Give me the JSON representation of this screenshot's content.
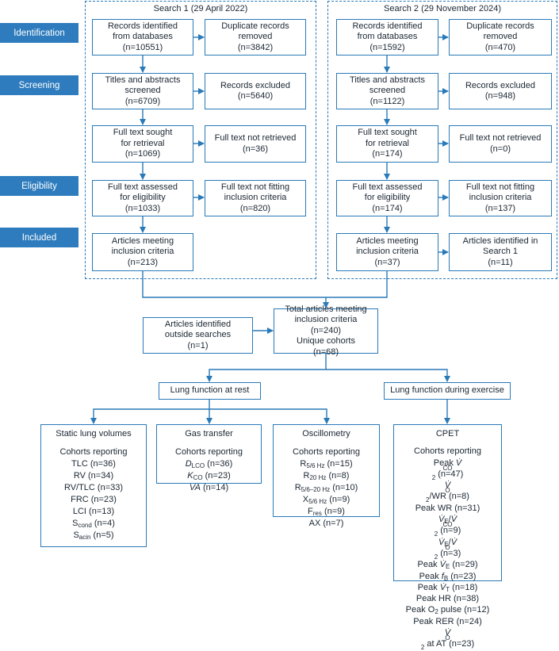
{
  "stages": [
    "Identification",
    "Screening",
    "Eligibility",
    "Included"
  ],
  "search1": {
    "title": "Search 1 (29 April 2022)",
    "identified": [
      "Records identified",
      "from databases",
      "(n=10551)"
    ],
    "duplicates": [
      "Duplicate records",
      "removed",
      "(n=3842)"
    ],
    "screened": [
      "Titles and abstracts",
      "screened",
      "(n=6709)"
    ],
    "excluded": [
      "Records excluded",
      "(n=5640)"
    ],
    "sought": [
      "Full text sought",
      "for retrieval",
      "(n=1069)"
    ],
    "not_retrieved": [
      "Full text not retrieved",
      "(n=36)"
    ],
    "assessed": [
      "Full text assessed",
      "for eligibility",
      "(n=1033)"
    ],
    "not_fitting": [
      "Full text not fitting",
      "inclusion criteria",
      "(n=820)"
    ],
    "included": [
      "Articles meeting",
      "inclusion criteria",
      "(n=213)"
    ]
  },
  "search2": {
    "title": "Search 2 (29 November 2024)",
    "identified": [
      "Records identified",
      "from databases",
      "(n=1592)"
    ],
    "duplicates": [
      "Duplicate records",
      "removed",
      "(n=470)"
    ],
    "screened": [
      "Titles and abstracts",
      "screened",
      "(n=1122)"
    ],
    "excluded": [
      "Records excluded",
      "(n=948)"
    ],
    "sought": [
      "Full text sought",
      "for retrieval",
      "(n=174)"
    ],
    "not_retrieved": [
      "Full text not retrieved",
      "(n=0)"
    ],
    "assessed": [
      "Full text assessed",
      "for eligibility",
      "(n=174)"
    ],
    "not_fitting": [
      "Full text not fitting",
      "inclusion criteria",
      "(n=137)"
    ],
    "included": [
      "Articles meeting",
      "inclusion criteria",
      "(n=37)"
    ],
    "in_search1": [
      "Articles identified in",
      "Search 1",
      "(n=11)"
    ]
  },
  "outside": [
    "Articles identified",
    "outside searches",
    "(n=1)"
  ],
  "total": [
    "Total articles meeting",
    "inclusion criteria",
    "(n=240)",
    "Unique cohorts",
    "(n=68)"
  ],
  "rest_label": "Lung function at rest",
  "exercise_label": "Lung function during exercise",
  "panels": {
    "static": {
      "title": "Static lung volumes",
      "subtitle": "Cohorts reporting",
      "items": [
        "TLC (n=36)",
        "RV (n=34)",
        "RV/TLC (n=33)",
        "FRC (n=23)",
        "LCI (n=13)",
        "(n=4)",
        "(n=5)"
      ],
      "sym": [
        "S",
        "cond",
        "S",
        "acin"
      ]
    },
    "gas": {
      "title": "Gas transfer",
      "subtitle": "Cohorts reporting",
      "items": [
        "(n=36)",
        "(n=23)",
        "(n=14)"
      ],
      "sym": [
        "D",
        "LCO",
        "K",
        "CO",
        "V",
        "A"
      ]
    },
    "osc": {
      "title": "Oscillometry",
      "subtitle": "Cohorts reporting",
      "items": [
        "(n=15)",
        "(n=8)",
        "(n=10)",
        "(n=9)",
        "(n=9)",
        "AX (n=7)"
      ],
      "sym": [
        "R",
        "5/6 Hz",
        "R",
        "20 Hz",
        "R",
        "5/6–20 Hz",
        "X",
        "5/6 Hz",
        "F",
        "res"
      ]
    },
    "cpet": {
      "title": "CPET",
      "subtitle": "Cohorts reporting",
      "items": [
        "(n=47)",
        "/WR (n=8)",
        "Peak WR (n=31)",
        "(n=9)",
        "(n=3)",
        "(n=29)",
        "(n=23)",
        "(n=18)",
        "Peak HR (n=38)",
        "(n=12)",
        "Peak RER (n=24)",
        "at AT (n=23)"
      ],
      "sym": [
        "Peak",
        "V̇",
        "CO",
        "2",
        "O",
        "E",
        "f",
        "B",
        "T",
        "pulse",
        "Peak O",
        "2"
      ]
    }
  }
}
